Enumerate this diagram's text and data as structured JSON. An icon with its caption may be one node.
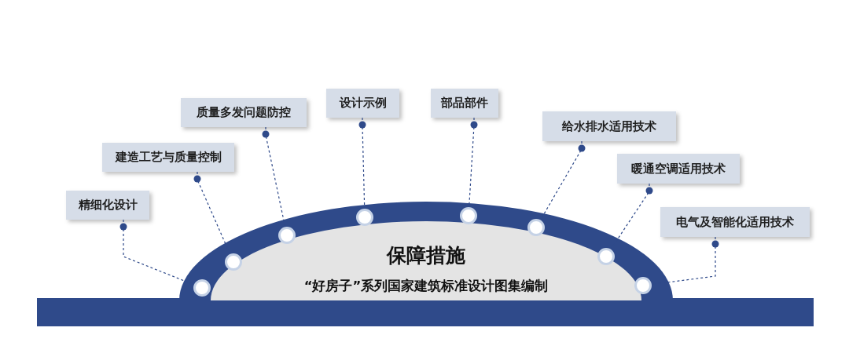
{
  "diagram": {
    "nodes": [
      {
        "text": [
          "保障措施",
          "“好房子”系列国家建筑标准设计图集编制"
        ]
      },
      {
        "text": [
          "精细化设计"
        ]
      },
      {
        "text": [
          "建造工艺与质量控制"
        ]
      },
      {
        "text": [
          "质量多发问题防控"
        ]
      },
      {
        "text": [
          "设计示例"
        ]
      },
      {
        "text": [
          "部品部件"
        ]
      },
      {
        "text": [
          "给水排水适用技术"
        ]
      },
      {
        "text": [
          "暖通空调适用技术"
        ]
      },
      {
        "text": [
          "电气及智能化适用技术"
        ]
      },
      {
        "text": [],
        "shape": "circle",
        "in": 0
      },
      {
        "text": [],
        "shape": "circle",
        "in": 0
      },
      {
        "text": [],
        "shape": "circle",
        "in": 0
      },
      {
        "text": [],
        "shape": "circle",
        "in": 0
      },
      {
        "text": [],
        "shape": "circle",
        "in": 0
      },
      {
        "text": [],
        "shape": "circle",
        "in": 0
      },
      {
        "text": [],
        "shape": "circle",
        "in": 0
      },
      {
        "text": [],
        "shape": "circle",
        "in": 0
      },
      {
        "text": [],
        "shape": "bar"
      }
    ],
    "edges": [
      {
        "from": 1,
        "to": 9,
        "arrow": "other",
        "style": "dashed"
      },
      {
        "from": 2,
        "to": 10,
        "arrow": "other",
        "style": "dashed"
      },
      {
        "from": 3,
        "to": 11,
        "arrow": "other",
        "style": "dashed"
      },
      {
        "from": 4,
        "to": 12,
        "arrow": "other",
        "style": "dashed"
      },
      {
        "from": 5,
        "to": 13,
        "arrow": "other",
        "style": "dashed"
      },
      {
        "from": 6,
        "to": 14,
        "arrow": "other",
        "style": "dashed"
      },
      {
        "from": 7,
        "to": 15,
        "arrow": "other",
        "style": "dashed"
      },
      {
        "from": 8,
        "to": 16,
        "arrow": "other",
        "style": "dashed"
      }
    ]
  }
}
